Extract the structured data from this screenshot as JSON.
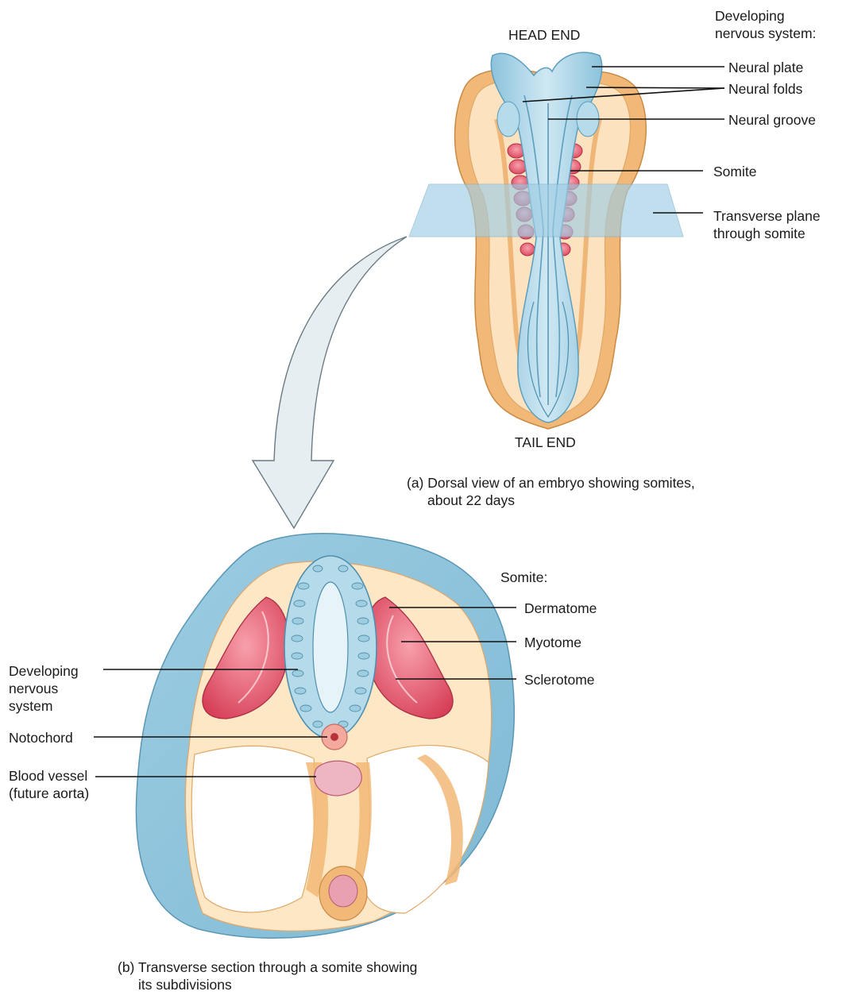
{
  "figure_a": {
    "head_end": "HEAD END",
    "tail_end": "TAIL END",
    "group_heading": [
      "Developing",
      "nervous system:"
    ],
    "labels": {
      "neural_plate": "Neural plate",
      "neural_folds": "Neural folds",
      "neural_groove": "Neural groove",
      "somite": "Somite",
      "transverse_plane": [
        "Transverse plane",
        "through somite"
      ]
    },
    "caption": [
      "(a) Dorsal view of an embryo showing somites,",
      "about 22 days"
    ]
  },
  "figure_b": {
    "group_heading": "Somite:",
    "labels": {
      "dermatome": "Dermatome",
      "myotome": "Myotome",
      "sclerotome": "Sclerotome",
      "developing_nervous_system": [
        "Developing",
        "nervous",
        "system"
      ],
      "notochord": "Notochord",
      "blood_vessel": [
        "Blood vessel",
        "(future aorta)"
      ]
    },
    "caption": [
      "(b) Transverse section through a somite showing",
      "its subdivisions"
    ]
  },
  "colors": {
    "neural_tissue": "#a9d3e6",
    "ectoderm_orange": "#f2b877",
    "mesoderm_cream": "#fde7c4",
    "somite_red": "#e8546b",
    "outer_blue": "#b8dcec"
  }
}
